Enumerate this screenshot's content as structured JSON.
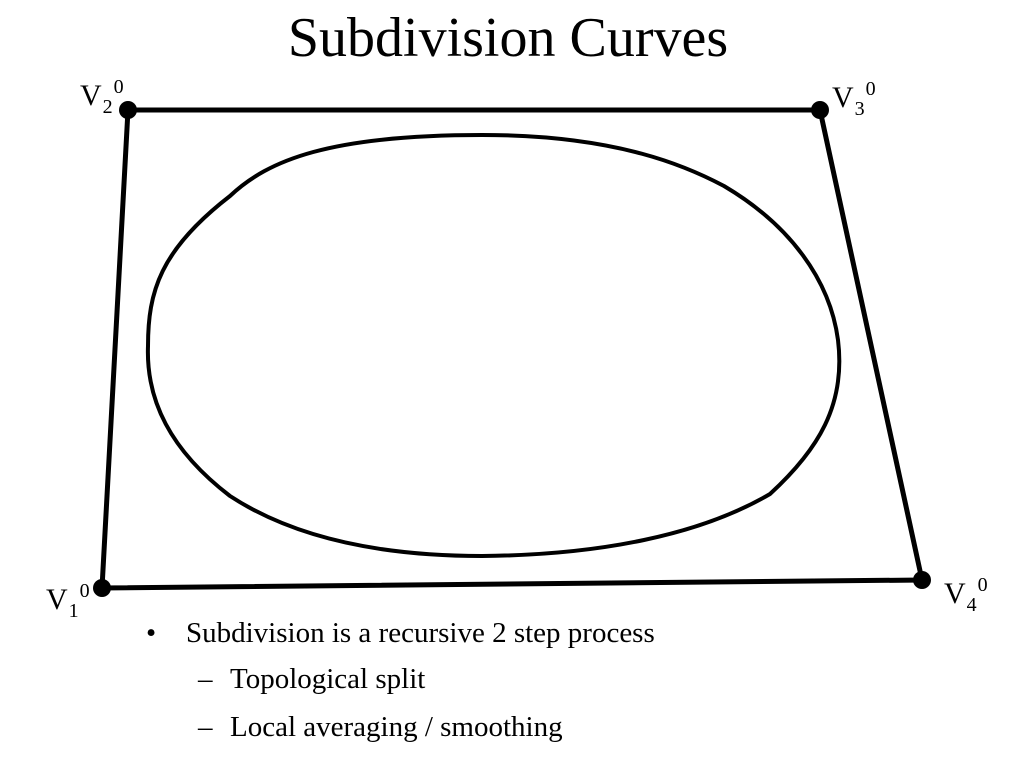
{
  "slide": {
    "title": "Subdivision Curves"
  },
  "vertices": [
    {
      "name": "V",
      "subscript": "1",
      "superscript": "0"
    },
    {
      "name": "V",
      "subscript": "2",
      "superscript": "0"
    },
    {
      "name": "V",
      "subscript": "3",
      "superscript": "0"
    },
    {
      "name": "V",
      "subscript": "4",
      "superscript": "0"
    }
  ],
  "bullets": {
    "main": {
      "marker": "•",
      "text": "Subdivision is a recursive 2 step process"
    },
    "sub": [
      {
        "marker": "–",
        "text": "Topological split"
      },
      {
        "marker": "–",
        "text": "Local averaging / smoothing"
      }
    ]
  },
  "colors": {
    "line": "#000000",
    "background": "#ffffff"
  }
}
